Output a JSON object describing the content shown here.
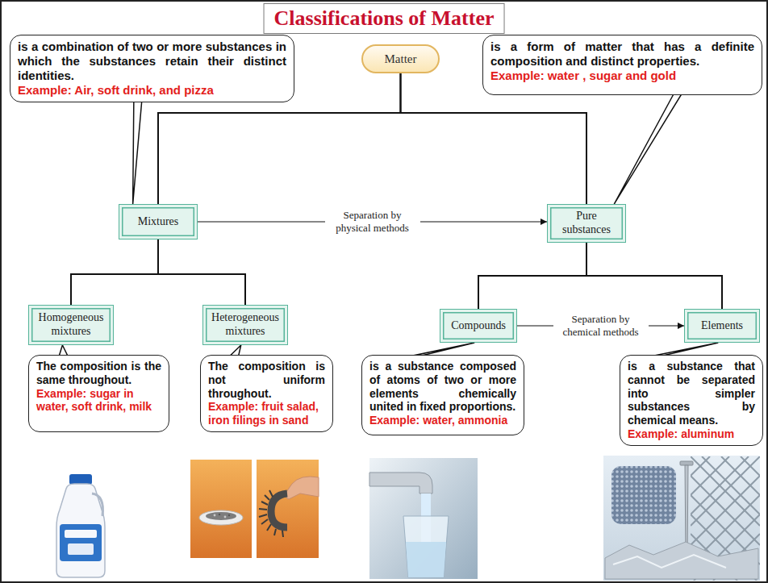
{
  "diagram": {
    "title": "Classifications of Matter",
    "nodes": [
      {
        "text": [
          "is a combination of two or more substances in which the substances retain their distinct identities.",
          "Example: Air, soft drink, and pizza"
        ]
      },
      {
        "text": [
          "Matter"
        ]
      },
      {
        "text": [
          "is a form of matter that has a definite composition and distinct properties.",
          "Example: water , sugar and gold"
        ]
      },
      {
        "text": [
          "Mixtures"
        ]
      },
      {
        "text": [
          "Pure substances"
        ]
      },
      {
        "text": [
          "Homogeneous mixtures"
        ]
      },
      {
        "text": [
          "Heterogeneous mixtures"
        ]
      },
      {
        "text": [
          "Compounds"
        ]
      },
      {
        "text": [
          "Elements"
        ]
      },
      {
        "text": [
          "The composition is the same throughout.",
          "Example: sugar in water, soft drink, milk"
        ]
      },
      {
        "text": [
          "The composition is not uniform throughout.",
          "Example: fruit salad, iron filings in sand"
        ]
      },
      {
        "text": [
          "is a substance composed of atoms of two or more elements chemically united in fixed proportions.",
          "Example: water, ammonia"
        ]
      },
      {
        "text": [
          "is a substance that cannot be separated into simpler substances by chemical means.",
          "Example: aluminum"
        ]
      }
    ],
    "edges": [
      {
        "from": 1,
        "to": 3,
        "arrow": "none"
      },
      {
        "from": 1,
        "to": 4,
        "arrow": "none"
      },
      {
        "from": 3,
        "to": 4,
        "label": "Separation by physical methods",
        "arrow": "to"
      },
      {
        "from": 3,
        "to": 5,
        "arrow": "none"
      },
      {
        "from": 3,
        "to": 6,
        "arrow": "none"
      },
      {
        "from": 4,
        "to": 7,
        "arrow": "none"
      },
      {
        "from": 4,
        "to": 8,
        "arrow": "none"
      },
      {
        "from": 7,
        "to": 8,
        "label": "Separation by chemical methods",
        "arrow": "to"
      },
      {
        "from": 0,
        "to": 3,
        "arrow": "none"
      },
      {
        "from": 2,
        "to": 4,
        "arrow": "none"
      },
      {
        "from": 9,
        "to": 5,
        "arrow": "none"
      },
      {
        "from": 10,
        "to": 6,
        "arrow": "none"
      },
      {
        "from": 11,
        "to": 7,
        "arrow": "none"
      },
      {
        "from": 12,
        "to": 8,
        "arrow": "none"
      }
    ]
  }
}
